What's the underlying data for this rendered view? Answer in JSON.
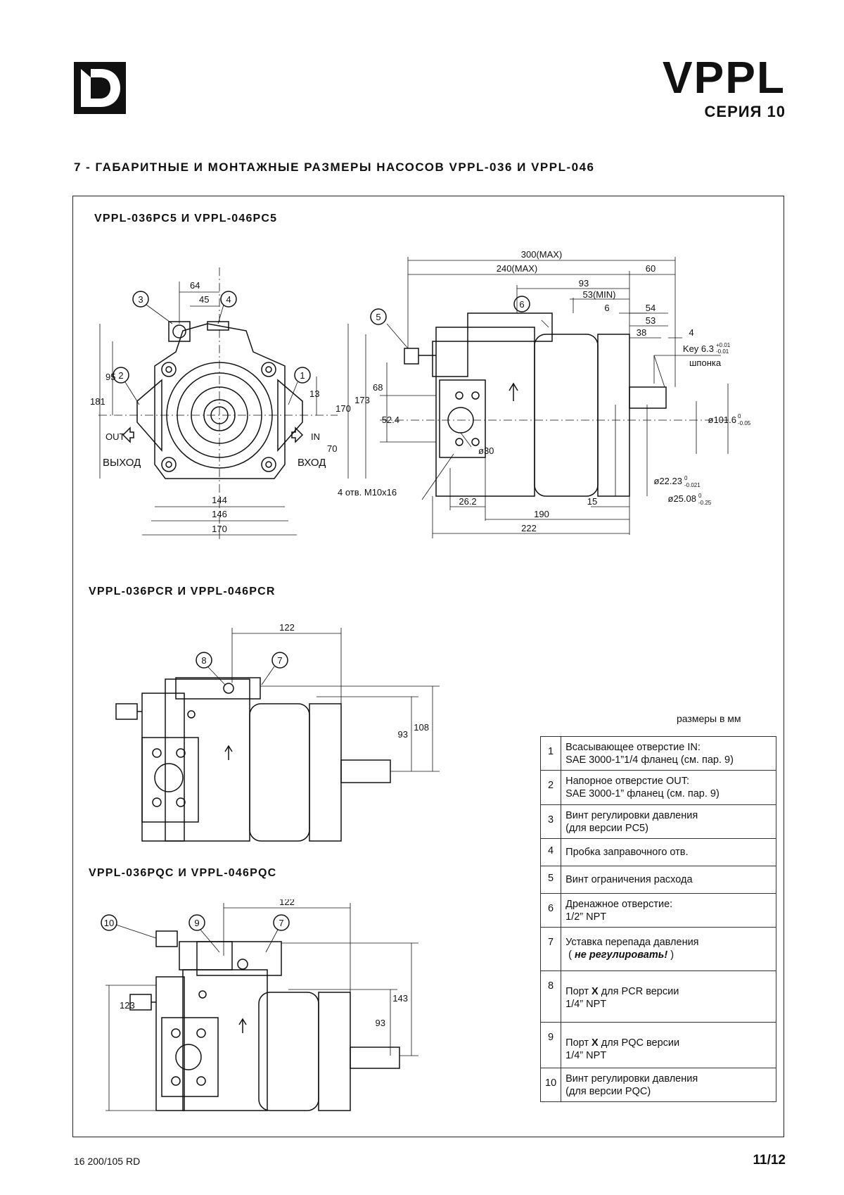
{
  "header": {
    "brand_title": "VPPL",
    "brand_series": "СЕРИЯ 10",
    "logo_letter": "D"
  },
  "section": {
    "title": "7 - ГАБАРИТНЫЕ И МОНТАЖНЫЕ РАЗМЕРЫ НАСОСОВ VPPL-036 И VPPL-046"
  },
  "drawings": {
    "pc5": {
      "title": "VPPL-036PC5 И VPPL-046PC5",
      "labels": {
        "out": "OUT",
        "out_ru": "ВЫХОД",
        "in": "IN",
        "in_ru": "ВХОД",
        "key": "Key 6.3",
        "key_tol_top": "+0.01",
        "key_tol_bot": "-0.01",
        "key_ru": "шпонка",
        "holes": "4 отв. M10x16",
        "d101": "ø101.6",
        "d101_tol_top": "0",
        "d101_tol_bot": "-0.05",
        "d30": "ø30",
        "d22": "ø22.23",
        "d22_tol_top": "0",
        "d22_tol_bot": "-0.021",
        "d25": "ø25.08",
        "d25_tol_top": "0",
        "d25_tol_bot": "-0.25"
      },
      "dims": {
        "d64": "64",
        "d45": "45",
        "d95": "95",
        "d181": "181",
        "d13": "13",
        "d173": "173",
        "d170v": "170",
        "d70": "70",
        "d144": "144",
        "d146": "146",
        "d170h": "170",
        "d300": "300(MAX)",
        "d240": "240(MAX)",
        "d60": "60",
        "d93": "93",
        "d53min": "53(MIN)",
        "d6": "6",
        "d54": "54",
        "d53": "53",
        "d38": "38",
        "d4": "4",
        "d68": "68",
        "d52": "52.4",
        "d26": "26.2",
        "d15": "15",
        "d190": "190",
        "d222": "222"
      },
      "callouts": [
        "1",
        "2",
        "3",
        "4",
        "5",
        "6"
      ]
    },
    "pcr": {
      "title": "VPPL-036PCR И VPPL-046PCR",
      "dims": {
        "d122": "122",
        "d93": "93",
        "d108": "108"
      },
      "callouts": [
        "7",
        "8"
      ]
    },
    "pqc": {
      "title": "VPPL-036PQC И VPPL-046PQC",
      "dims": {
        "d122": "122",
        "d123": "123",
        "d143": "143",
        "d93": "93"
      },
      "callouts": [
        "7",
        "9",
        "10"
      ]
    }
  },
  "legend": {
    "units": "размеры в мм",
    "rows": [
      {
        "num": "1",
        "line1": "Всасывающее отверстие IN:",
        "line2": "SAE 3000-1”1/4 фланец (см. пар. 9)"
      },
      {
        "num": "2",
        "line1": "Напорное отверстие OUT:",
        "line2": "SAE 3000-1” фланец  (см. пар. 9)"
      },
      {
        "num": "3",
        "line1": "Винт регулировки давления",
        "line2": "(для версии PC5)"
      },
      {
        "num": "4",
        "line1": "Пробка заправочного отв.",
        "line2": ""
      },
      {
        "num": "5",
        "line1": "Винт ограничения расхода",
        "line2": ""
      },
      {
        "num": "6",
        "line1": "Дренажное отверстие:",
        "line2": "1/2” NPT"
      },
      {
        "num": "7",
        "line1": "Уставка перепада давления",
        "line2_pre": "( ",
        "line2_em": "не регулировать!",
        "line2_post": " )"
      },
      {
        "num": "8",
        "line1_pre": "Порт ",
        "line1_bold": "X",
        "line1_post": " для PCR версии",
        "line2": "1/4” NPT"
      },
      {
        "num": "9",
        "line1_pre": "Порт ",
        "line1_bold": "X",
        "line1_post": " для PQC версии",
        "line2": "1/4” NPT"
      },
      {
        "num": "10",
        "line1": "Винт регулировки давления",
        "line2": "(для версии PQC)"
      }
    ]
  },
  "footer": {
    "doc_code": "16 200/105 RD",
    "page": "11/12"
  }
}
